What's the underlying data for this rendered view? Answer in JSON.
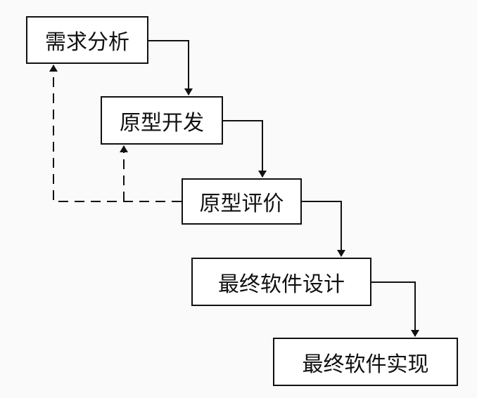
{
  "diagram": {
    "steps": [
      {
        "id": "requirements",
        "label": "需求分析"
      },
      {
        "id": "prototype_dev",
        "label": "原型开发"
      },
      {
        "id": "prototype_eval",
        "label": "原型评价"
      },
      {
        "id": "final_design",
        "label": "最终软件设计"
      },
      {
        "id": "final_impl",
        "label": "最终软件实现"
      }
    ],
    "edges": [
      {
        "from": "requirements",
        "to": "prototype_dev",
        "style": "solid"
      },
      {
        "from": "prototype_dev",
        "to": "prototype_eval",
        "style": "solid"
      },
      {
        "from": "prototype_eval",
        "to": "final_design",
        "style": "solid"
      },
      {
        "from": "final_design",
        "to": "final_impl",
        "style": "solid"
      },
      {
        "from": "prototype_eval",
        "to": "requirements",
        "style": "dashed"
      },
      {
        "from": "prototype_eval",
        "to": "prototype_dev",
        "style": "dashed"
      }
    ],
    "colors": {
      "line": "#111111",
      "box_fill": "#ffffff",
      "background": "#fafafa"
    }
  }
}
